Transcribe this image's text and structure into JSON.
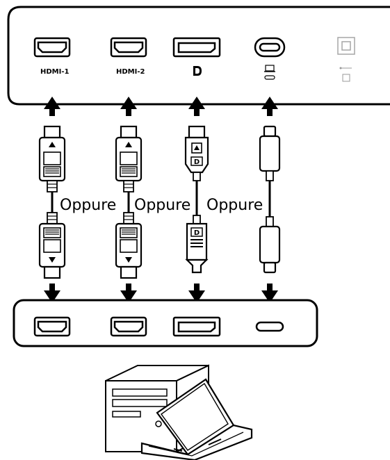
{
  "monitor_ports": {
    "hdmi1_label": "HDMI-1",
    "hdmi2_label": "HDMI-2",
    "dp_label": "D",
    "usbc_icon": "laptop-usbc-icon",
    "usbb_icon": "usb-b-icon"
  },
  "separators": [
    "Oppure",
    "Oppure",
    "Oppure"
  ],
  "cables": [
    {
      "type": "hdmi",
      "icon": "hdmi-cable-icon"
    },
    {
      "type": "hdmi",
      "icon": "hdmi-cable-icon"
    },
    {
      "type": "displayport",
      "icon": "displayport-cable-icon",
      "connector_letter": "D"
    },
    {
      "type": "usb-c",
      "icon": "usbc-cable-icon"
    }
  ],
  "pc_ports": [
    "hdmi",
    "hdmi",
    "displayport",
    "usb-c"
  ],
  "devices": {
    "desktop": "desktop-tower-icon",
    "laptop": "laptop-icon"
  }
}
